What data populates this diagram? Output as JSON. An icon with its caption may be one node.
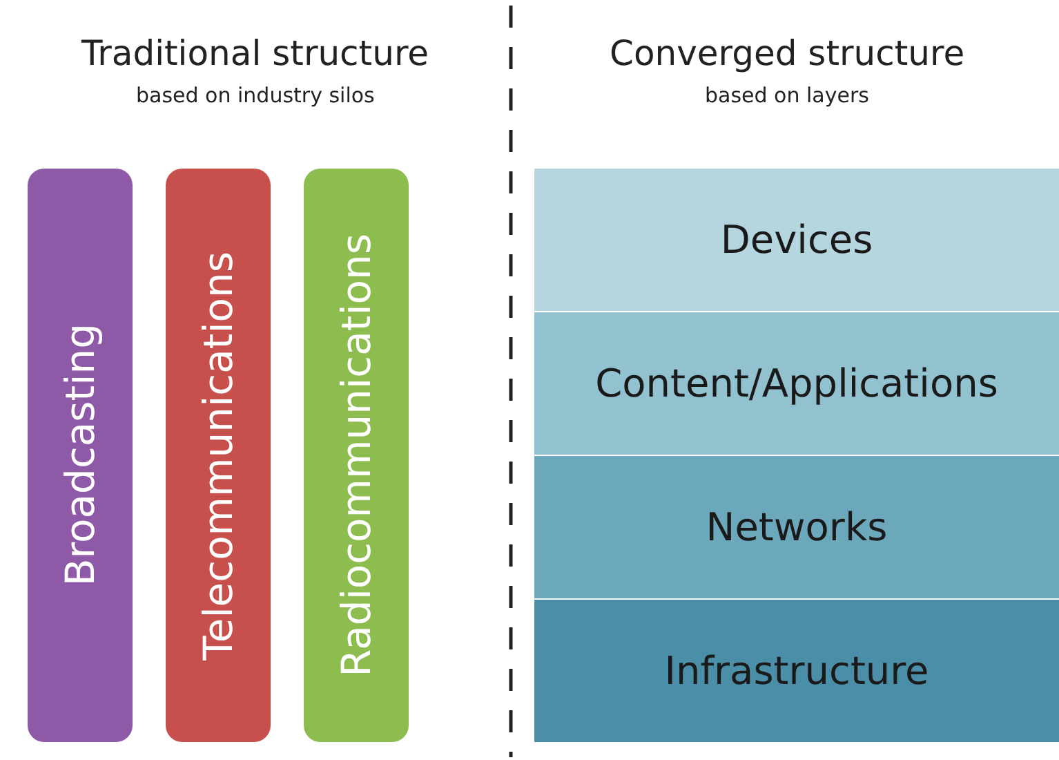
{
  "diagram": {
    "nodes": [
      {
        "text": [
          "Broadcasting"
        ]
      },
      {
        "text": [
          "Telecommunications"
        ]
      },
      {
        "text": [
          "Radiocommunications"
        ]
      },
      {
        "text": [
          "Devices"
        ]
      },
      {
        "text": [
          "Content/Applications"
        ]
      },
      {
        "text": [
          "Networks"
        ]
      },
      {
        "text": [
          "Infrastructure"
        ]
      }
    ],
    "labels": [
      "Traditional structure",
      "based on industry silos",
      "Converged structure",
      "based on layers"
    ]
  }
}
